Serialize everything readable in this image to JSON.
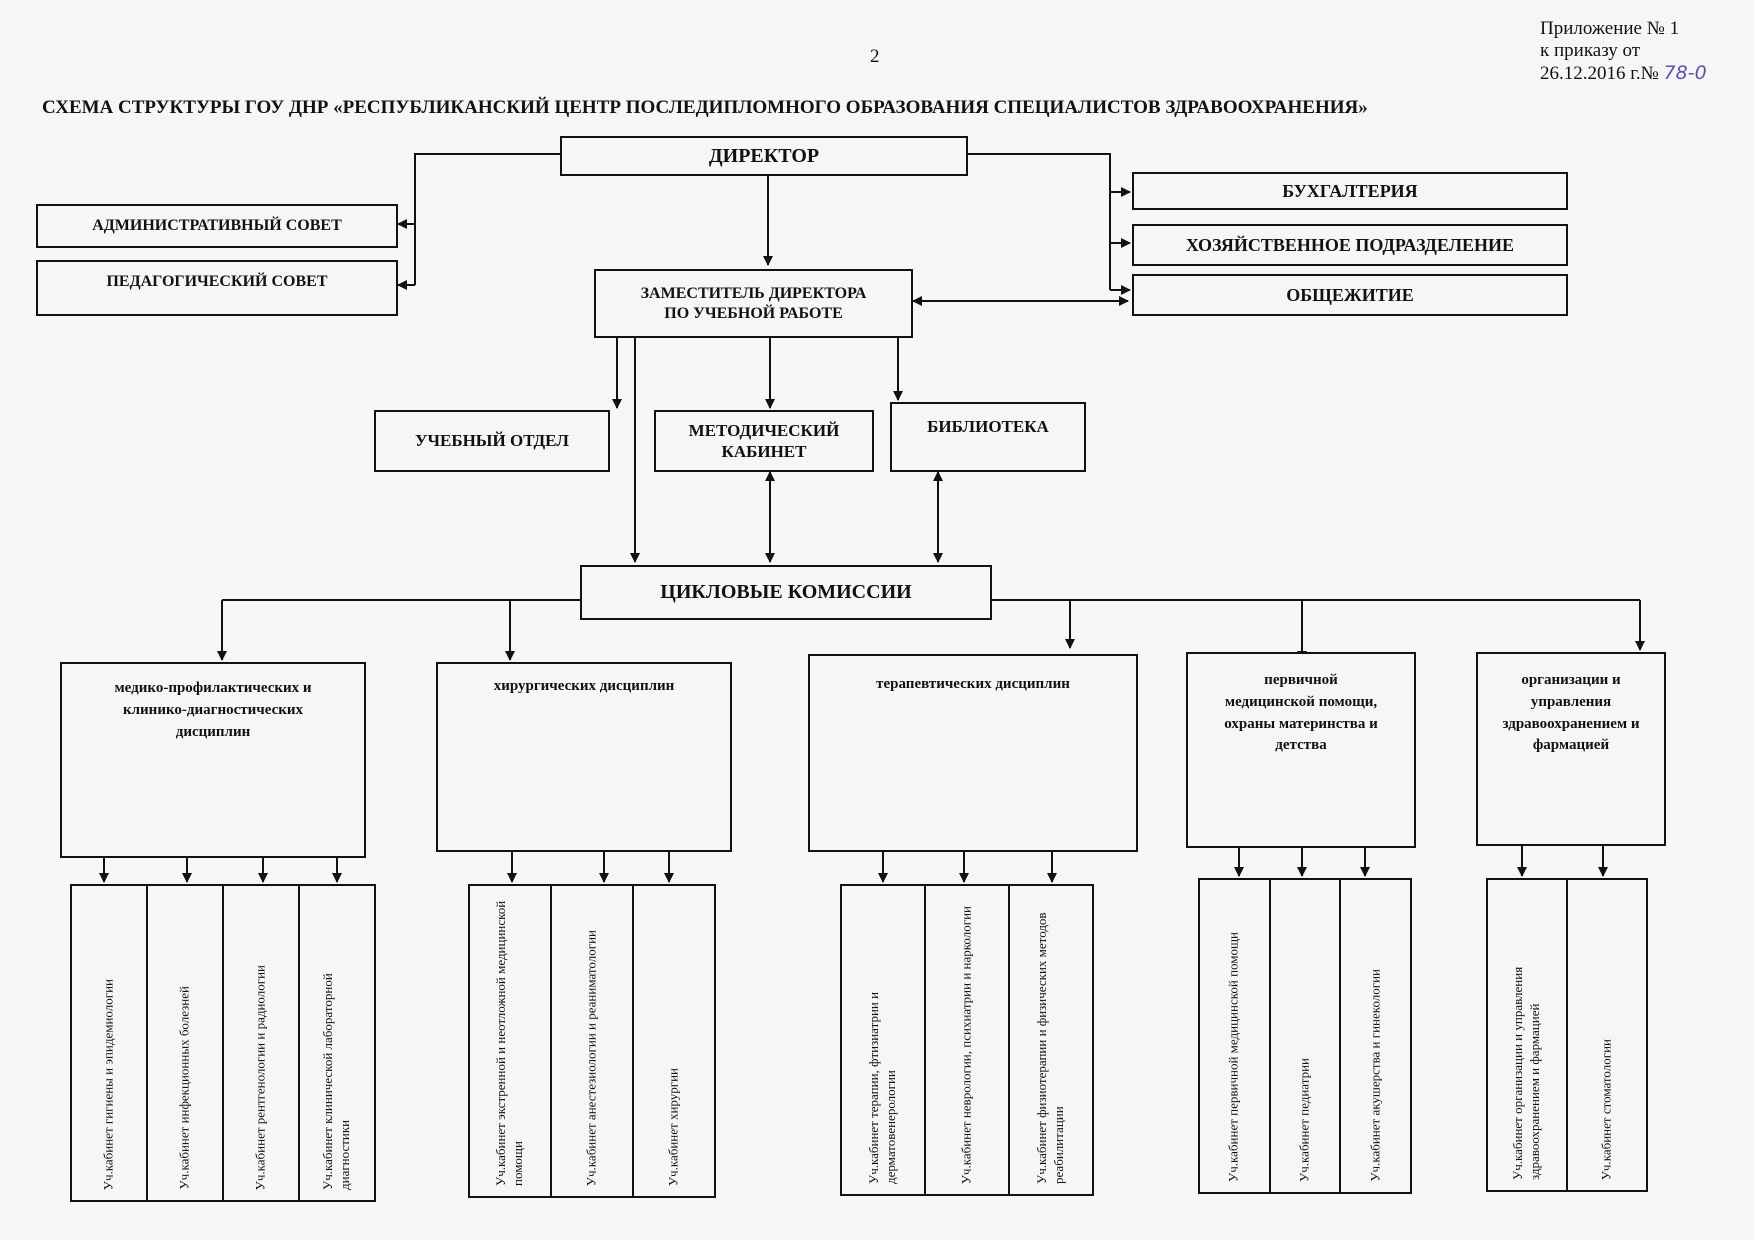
{
  "header": {
    "page_number": "2",
    "appendix_line1": "Приложение № 1",
    "appendix_line2": "к приказу от",
    "appendix_line3": "26.12.2016 г.№",
    "order_number": "78-0",
    "title": "СХЕМА СТРУКТУРЫ ГОУ ДНР «РЕСПУБЛИКАНСКИЙ ЦЕНТР ПОСЛЕДИПЛОМНОГО ОБРАЗОВАНИЯ СПЕЦИАЛИСТОВ ЗДРАВООХРАНЕНИЯ»"
  },
  "top": {
    "director": "ДИРЕКТОР",
    "admin_council": "АДМИНИСТРАТИВНЫЙ СОВЕТ",
    "ped_council": "ПЕДАГОГИЧЕСКИЙ СОВЕТ",
    "accounting": "БУХГАЛТЕРИЯ",
    "household": "ХОЗЯЙСТВЕННОЕ ПОДРАЗДЕЛЕНИЕ",
    "dormitory": "ОБЩЕЖИТИЕ",
    "deputy_line1": "ЗАМЕСТИТЕЛЬ ДИРЕКТОРА",
    "deputy_line2": "ПО УЧЕБНОЙ РАБОТЕ"
  },
  "middle": {
    "study_dept": "УЧЕБНЫЙ ОТДЕЛ",
    "method_line1": "МЕТОДИЧЕСКИЙ",
    "method_line2": "КАБИНЕТ",
    "library": "БИБЛИОТЕКА",
    "cycle_commissions": "ЦИКЛОВЫЕ  КОМИССИИ"
  },
  "commissions": [
    {
      "lines": [
        "медико-профилактических  и",
        "клинико-диагностических",
        "дисциплин"
      ],
      "cabinets": [
        "Уч.кабинет  гигиены и эпидемиологии",
        "Уч.кабинет инфекционных болезней",
        "Уч.кабинет  рентгенологии и радиологии",
        "Уч.кабинет клинической лабораторной диагностики"
      ]
    },
    {
      "lines": [
        "хирургических дисциплин"
      ],
      "cabinets": [
        "Уч.кабинет экстренной и неотложной медицинской помощи",
        "Уч.кабинет анестезиологии и реаниматологии",
        "Уч.кабинет хирургии"
      ]
    },
    {
      "lines": [
        "терапевтических дисциплин"
      ],
      "cabinets": [
        "Уч.кабинет терапии, фтизиатрии  и дерматовенерологии",
        "Уч.кабинет  неврологии, психиатрии и наркологии",
        "Уч.кабинет  физиотерапии и физических методов  реабилитации"
      ]
    },
    {
      "lines": [
        "первичной",
        "медицинской помощи,",
        "охраны материнства и",
        "детства"
      ],
      "cabinets": [
        "Уч.кабинет первичной медицинской помощи",
        "Уч.кабинет  педиатрии",
        "Уч.кабинет  акушерства и гинекологии"
      ]
    },
    {
      "lines": [
        "организации и",
        "управления",
        "здравоохранением и",
        "фармацией"
      ],
      "cabinets": [
        "Уч.кабинет  организации и управления здравоохранением и фармацией",
        "Уч.кабинет  стоматологии"
      ]
    }
  ]
}
